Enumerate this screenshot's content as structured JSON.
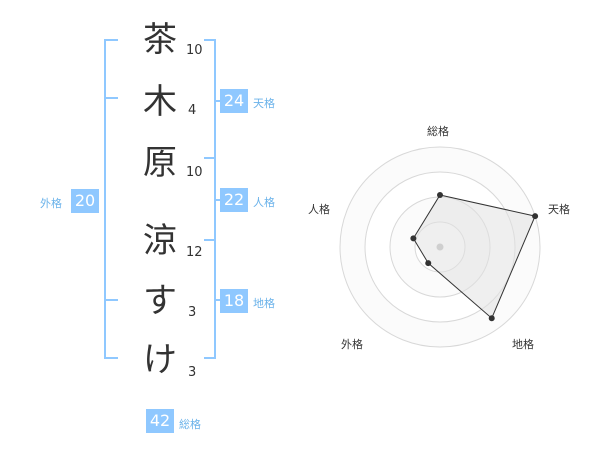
{
  "accent_color": "#8fc8ff",
  "label_color": "#6ab2ea",
  "name": {
    "characters": [
      {
        "char": "茶",
        "strokes": "10"
      },
      {
        "char": "木",
        "strokes": "4"
      },
      {
        "char": "原",
        "strokes": "10"
      },
      {
        "char": "涼",
        "strokes": "12"
      },
      {
        "char": "す",
        "strokes": "3"
      },
      {
        "char": "け",
        "strokes": "3"
      }
    ]
  },
  "fortune": {
    "tenkaku": {
      "value": "24",
      "label": "天格"
    },
    "jinkaku": {
      "value": "22",
      "label": "人格"
    },
    "chikaku": {
      "value": "18",
      "label": "地格"
    },
    "gaikaku": {
      "value": "20",
      "label": "外格"
    },
    "soukaku": {
      "value": "42",
      "label": "総格"
    }
  },
  "chart_data": {
    "type": "radar",
    "axes": [
      "総格",
      "天格",
      "地格",
      "外格",
      "人格"
    ],
    "values": [
      0.52,
      1.0,
      0.88,
      0.2,
      0.28
    ],
    "rings": 4,
    "grid": true
  }
}
